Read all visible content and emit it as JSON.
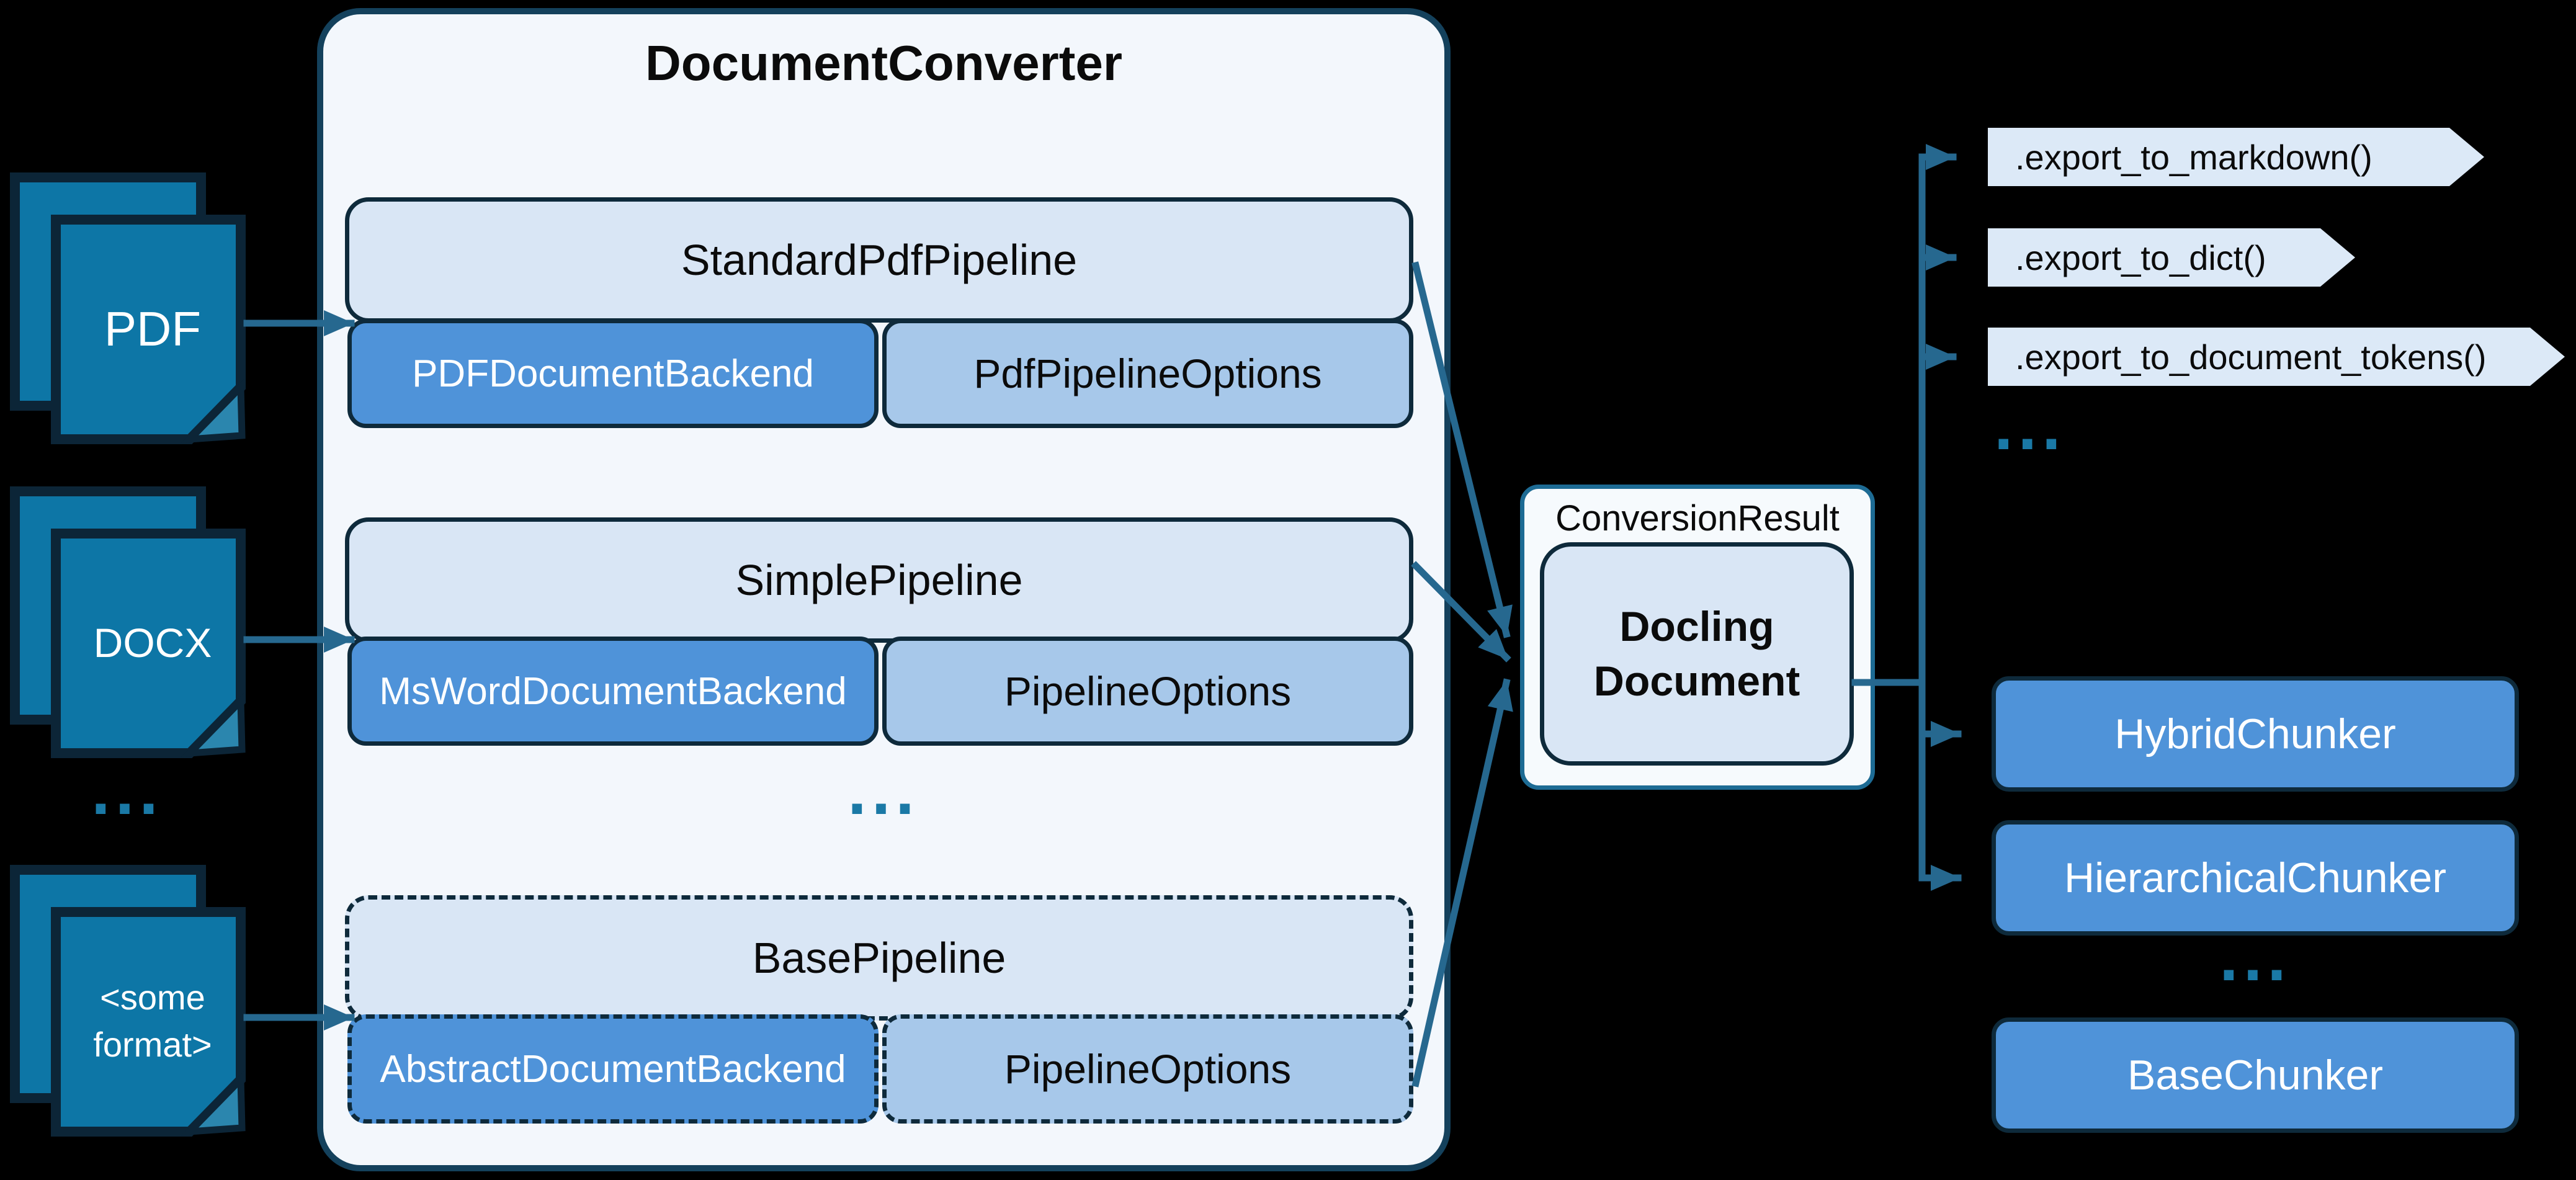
{
  "diagram": {
    "converter": {
      "title": "DocumentConverter",
      "ellipsis": "...",
      "pipelines": [
        {
          "header": "StandardPdfPipeline",
          "backend": "PDFDocumentBackend",
          "options": "PdfPipelineOptions"
        },
        {
          "header": "SimplePipeline",
          "backend": "MsWordDocumentBackend",
          "options": "PipelineOptions"
        },
        {
          "header": "BasePipeline",
          "backend": "AbstractDocumentBackend",
          "options": "PipelineOptions"
        }
      ]
    },
    "inputs": {
      "items": [
        {
          "label": "PDF"
        },
        {
          "label": "DOCX"
        },
        {
          "label": "<some format>"
        }
      ],
      "ellipsis": "..."
    },
    "result": {
      "label": "ConversionResult",
      "document": "Docling Document"
    },
    "exports": {
      "items": [
        ".export_to_markdown()",
        ".export_to_dict()",
        ".export_to_document_tokens()"
      ],
      "ellipsis": "..."
    },
    "chunkers": {
      "items": [
        "HybridChunker",
        "HierarchicalChunker"
      ],
      "ellipsis": "...",
      "base": "BaseChunker"
    },
    "colors": {
      "document_teal": "#0d76a6",
      "arrow_teal": "#26688f",
      "light_blue_box": "#d9e6f5",
      "backend_blue": "#4f93d9",
      "options_blue": "#a7c8ea",
      "container_bg": "#f3f7fc",
      "dark_border": "#0e2a3b"
    }
  }
}
